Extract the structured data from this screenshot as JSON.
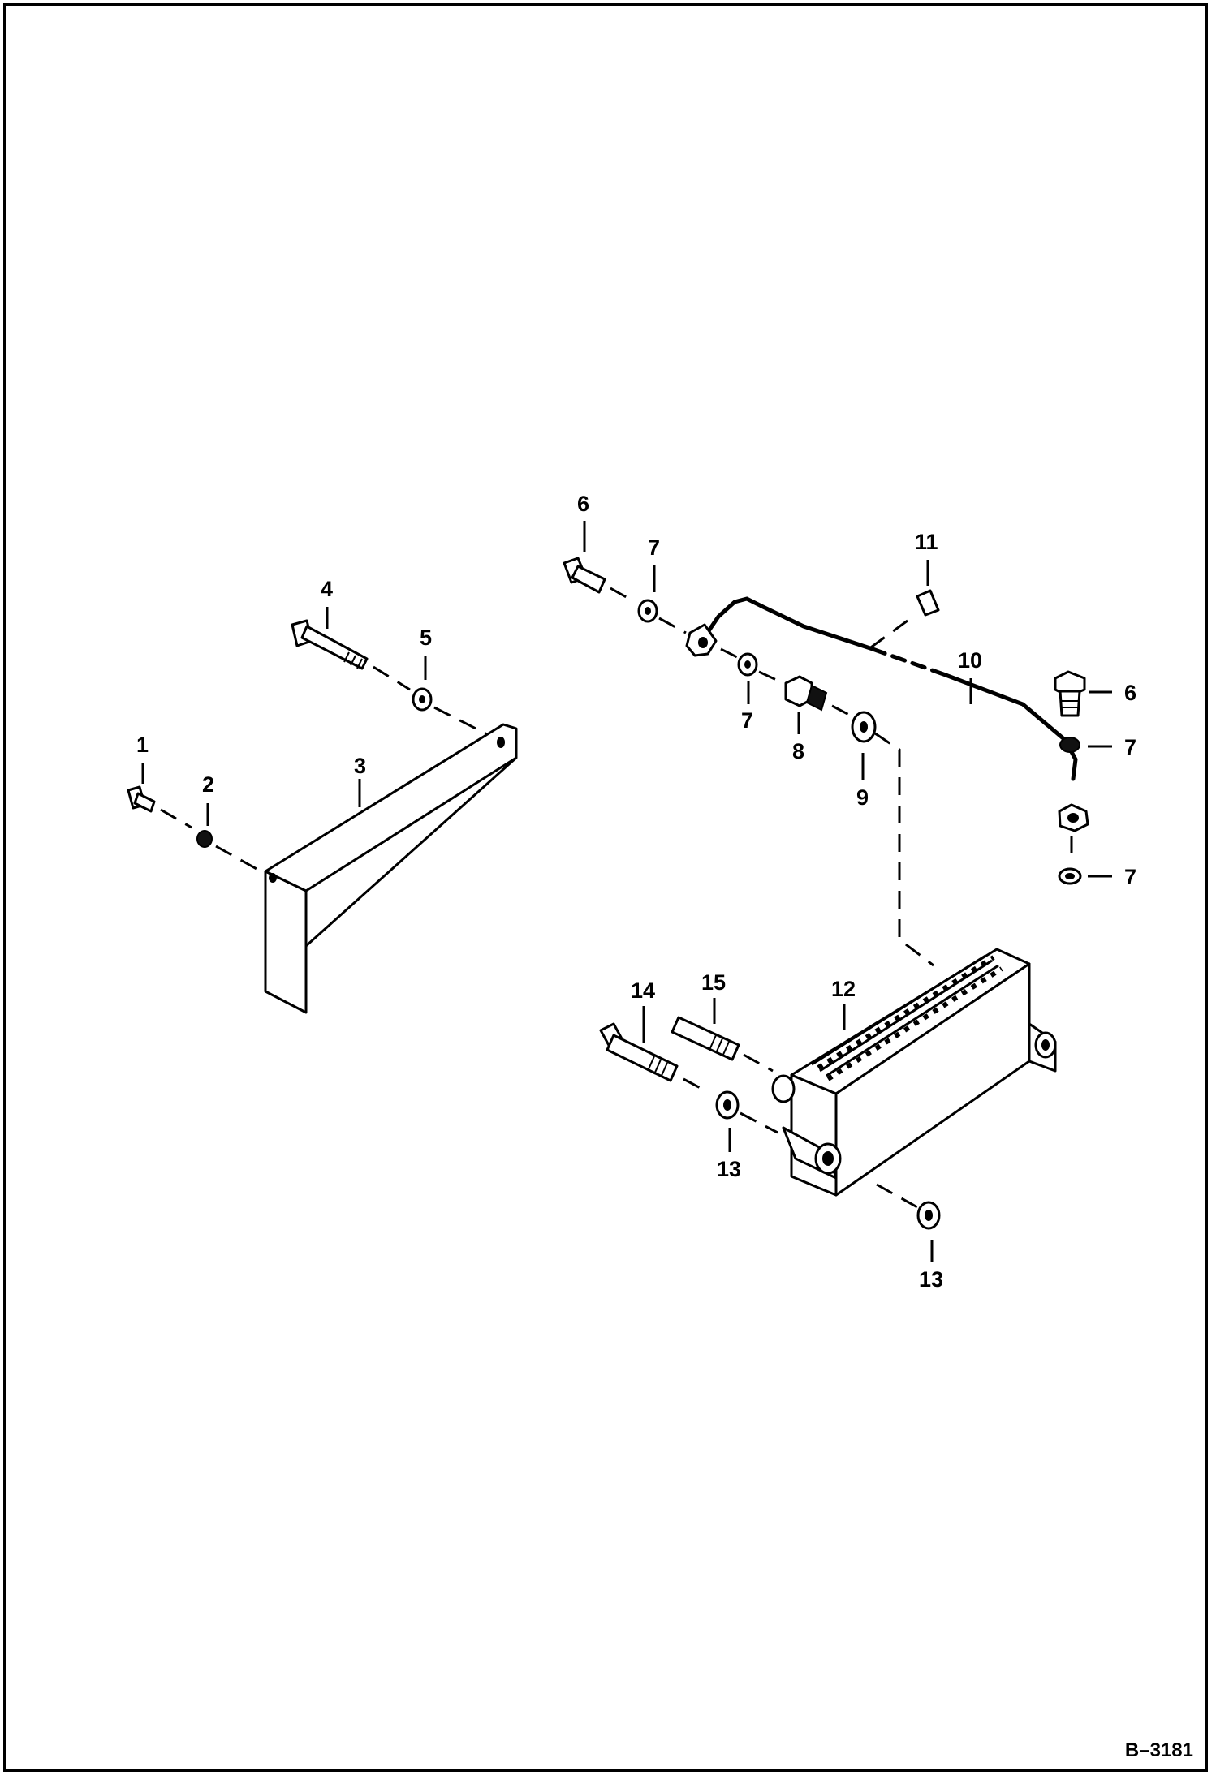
{
  "figure_id": "B–3181",
  "callouts": {
    "c1": "1",
    "c2": "2",
    "c3": "3",
    "c4": "4",
    "c5": "5",
    "c6a": "6",
    "c6b": "6",
    "c7a": "7",
    "c7b": "7",
    "c7c": "7",
    "c7d": "7",
    "c8": "8",
    "c9": "9",
    "c10": "10",
    "c11": "11",
    "c12": "12",
    "c13a": "13",
    "c13b": "13",
    "c14": "14",
    "c15": "15"
  }
}
